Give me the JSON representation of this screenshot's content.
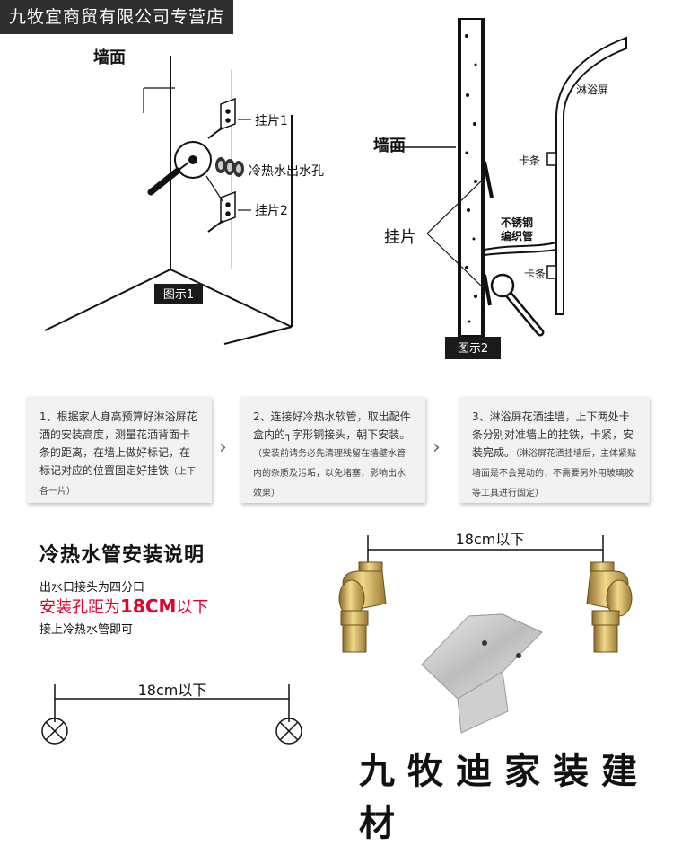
{
  "store_name": "九牧宜商贸有限公司专营店",
  "figure1": {
    "wall_label": "墙面",
    "bracket_top_label": "挂片1",
    "outlet_label": "冷热水出水孔",
    "bracket_bottom_label": "挂片2",
    "caption": "图示1"
  },
  "figure2": {
    "wall_label": "墙面",
    "bracket_label": "挂片",
    "screen_label": "淋浴屏",
    "clip_top_label": "卡条",
    "hose_label": "不锈钢编织管",
    "clip_bottom_label": "卡条",
    "caption": "图示2"
  },
  "steps": [
    {
      "text": "1、根据家人身高预算好淋浴屏花洒的安装高度，测量花洒背面卡条的距离，在墙上做好标记，在标记对应的位置固定好挂铁",
      "note": "（上下各一片）"
    },
    {
      "text": "2、连接好冷热水软管，取出配件盒内的┐字形铜接头，朝下安装。",
      "note": "（安装前请务必先清理残留在墙壁水管内的杂质及污垢，以免堵塞，影响出水效果）"
    },
    {
      "text": "3、淋浴屏花洒挂墙，上下两处卡条分别对准墙上的挂铁，卡紧，安装完成。",
      "note": "（淋浴屏花洒挂墙后，主体紧贴墙面是不会晃动的，不需要另外用玻璃胶等工具进行固定）"
    }
  ],
  "step_arrow": "›",
  "hose_section": {
    "title": "冷热水管安装说明",
    "line1": "出水口接头为四分口",
    "line2_prefix": "安装孔距为",
    "line2_value": "18CM",
    "line2_suffix": "以下",
    "line3": "接上冷热水管即可"
  },
  "dimension_label_left": "18cm以下",
  "dimension_label_right": "18cm以下",
  "footer_brand": "九牧迪家装建材"
}
